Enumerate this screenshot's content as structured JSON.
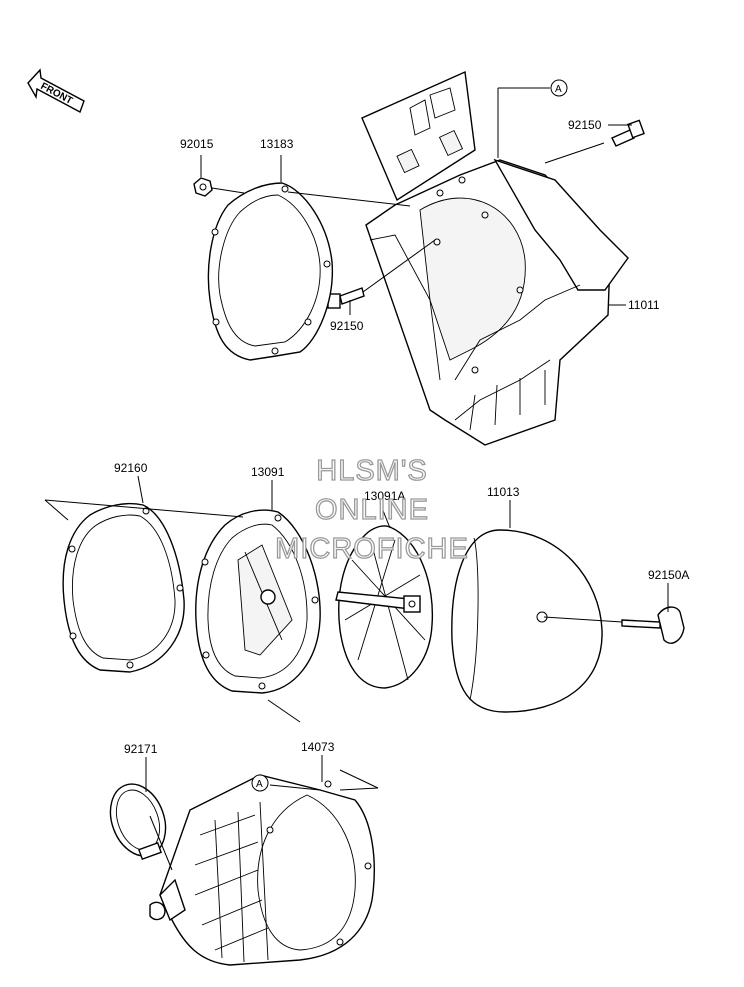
{
  "diagram": {
    "front_arrow": "FRONT",
    "callouts": [
      "A",
      "A"
    ],
    "parts": {
      "p92015": "92015",
      "p13183": "13183",
      "p92150_top": "92150",
      "p92150_mid": "92150",
      "p11011": "11011",
      "p92160": "92160",
      "p13091": "13091",
      "p13091A": "13091A",
      "p11013": "11013",
      "p92150A": "92150A",
      "p92171": "92171",
      "p14073": "14073"
    },
    "watermark": [
      "HLSM'S",
      "ONLINE",
      "MICROFICHE"
    ]
  }
}
